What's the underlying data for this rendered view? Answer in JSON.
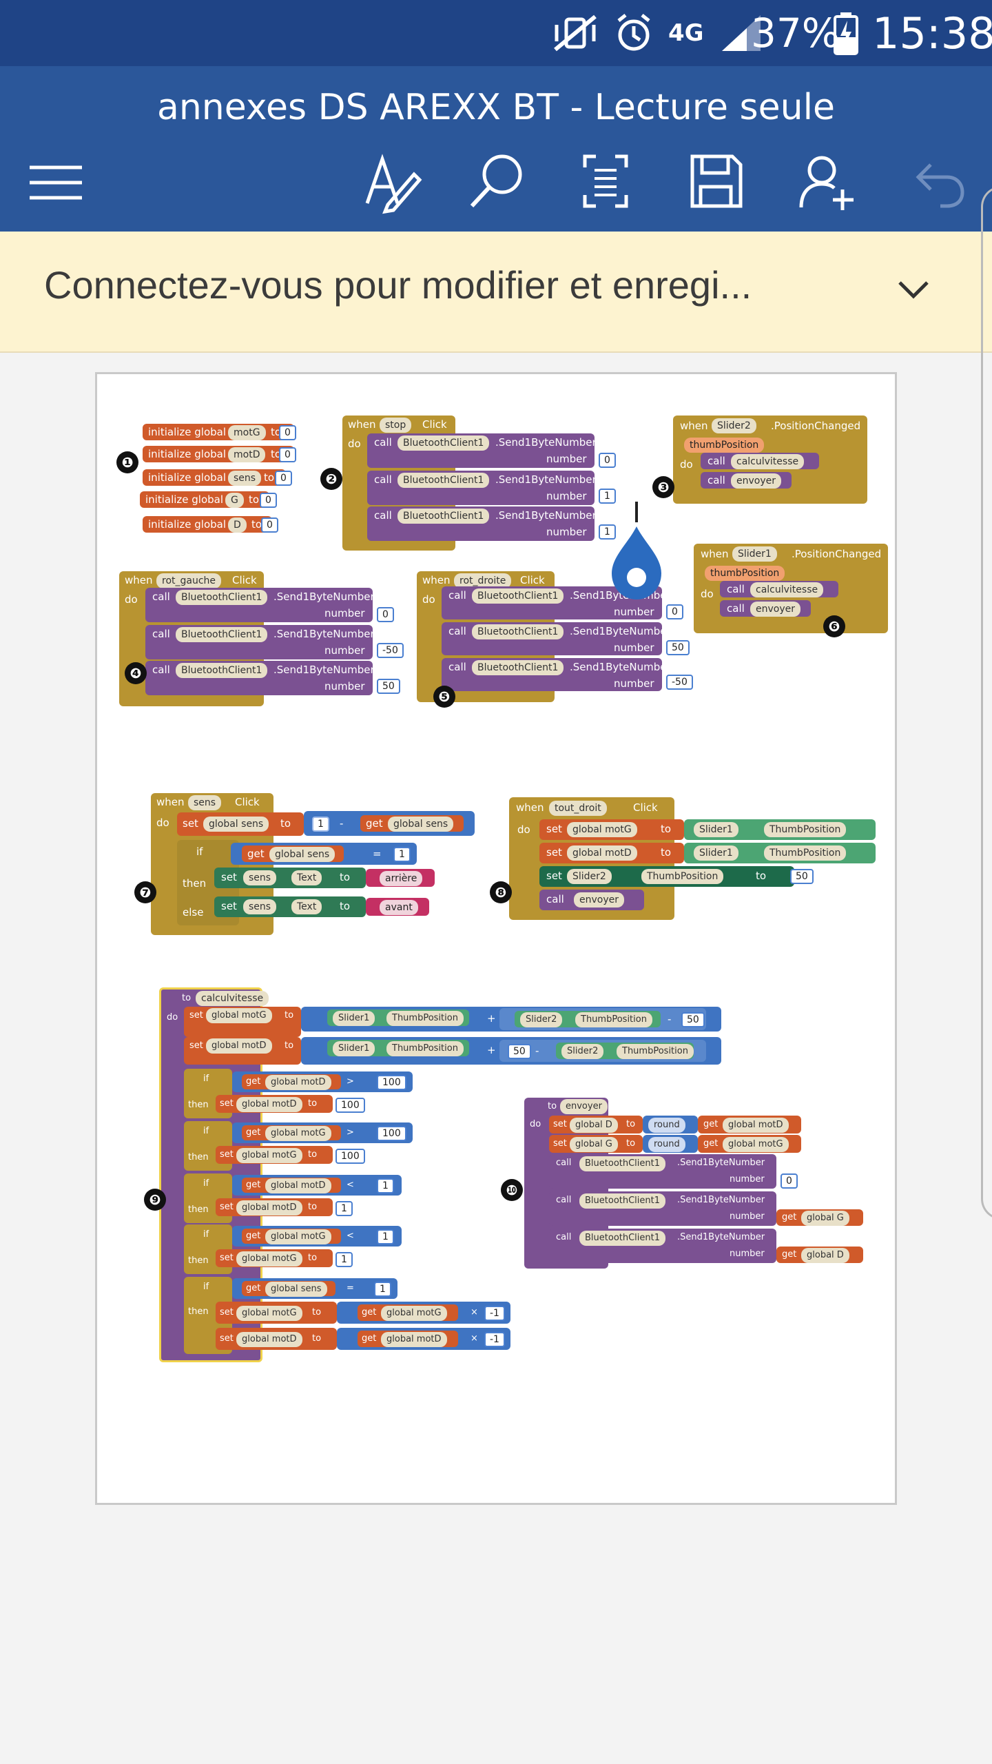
{
  "status_bar": {
    "battery_percent": "37%",
    "time": "15:38",
    "network": "4G",
    "icons": [
      "vibrate-mute-icon",
      "alarm-icon",
      "signal-icon",
      "battery-charging-icon"
    ]
  },
  "app_bar": {
    "document_title": "annexes DS AREXX BT - Lecture seule",
    "toolbar_icons": [
      "menu-icon",
      "edit-pen-icon",
      "search-icon",
      "reading-view-icon",
      "save-icon",
      "share-user-icon",
      "undo-icon"
    ]
  },
  "banner": {
    "text": "Connectez-vous pour modifier et enregi..."
  },
  "blocks": {
    "g1": [
      "initialize global",
      "motG",
      "to",
      "0",
      "motD",
      "sens",
      "G",
      "D"
    ],
    "when": "when",
    "do": "do",
    "call": "call",
    "set": "set",
    "get": "get",
    "to": "to",
    "if": "if",
    "then": "then",
    "else": "else",
    "click": "Click",
    "bt": "BluetoothClient1",
    "send": ".Send1ByteNumber",
    "number": "number",
    "stop": "stop",
    "slider2": "Slider2",
    "slider1": "Slider1",
    "pos_changed": ".PositionChanged",
    "thumb": "thumbPosition",
    "calc": "calculvitesse",
    "envoyer": "envoyer",
    "rot_gauche": "rot_gauche",
    "rot_droite": "rot_droite",
    "sens": "sens",
    "tout_droit": "tout_droit",
    "global_sens": "global sens",
    "global_motG": "global motG",
    "global_motD": "global motD",
    "global_G": "global G",
    "global_D": "global D",
    "text": "Text",
    "arriere": "arrière",
    "avant": "avant",
    "thumbposition": "ThumbPosition",
    "to_calc": "to",
    "round": "round",
    "minus": "-",
    "plus": "+",
    "times": "×",
    "gt": ">",
    "lt": "<",
    "eq": "=",
    "v0": "0",
    "v1": "1",
    "v50": "50",
    "vm50": "-50",
    "v100": "100",
    "vm1": "-1",
    "badges": [
      "❶",
      "❷",
      "❸",
      "❹",
      "❺",
      "❻",
      "❼",
      "❽",
      "❾",
      "❿"
    ]
  }
}
